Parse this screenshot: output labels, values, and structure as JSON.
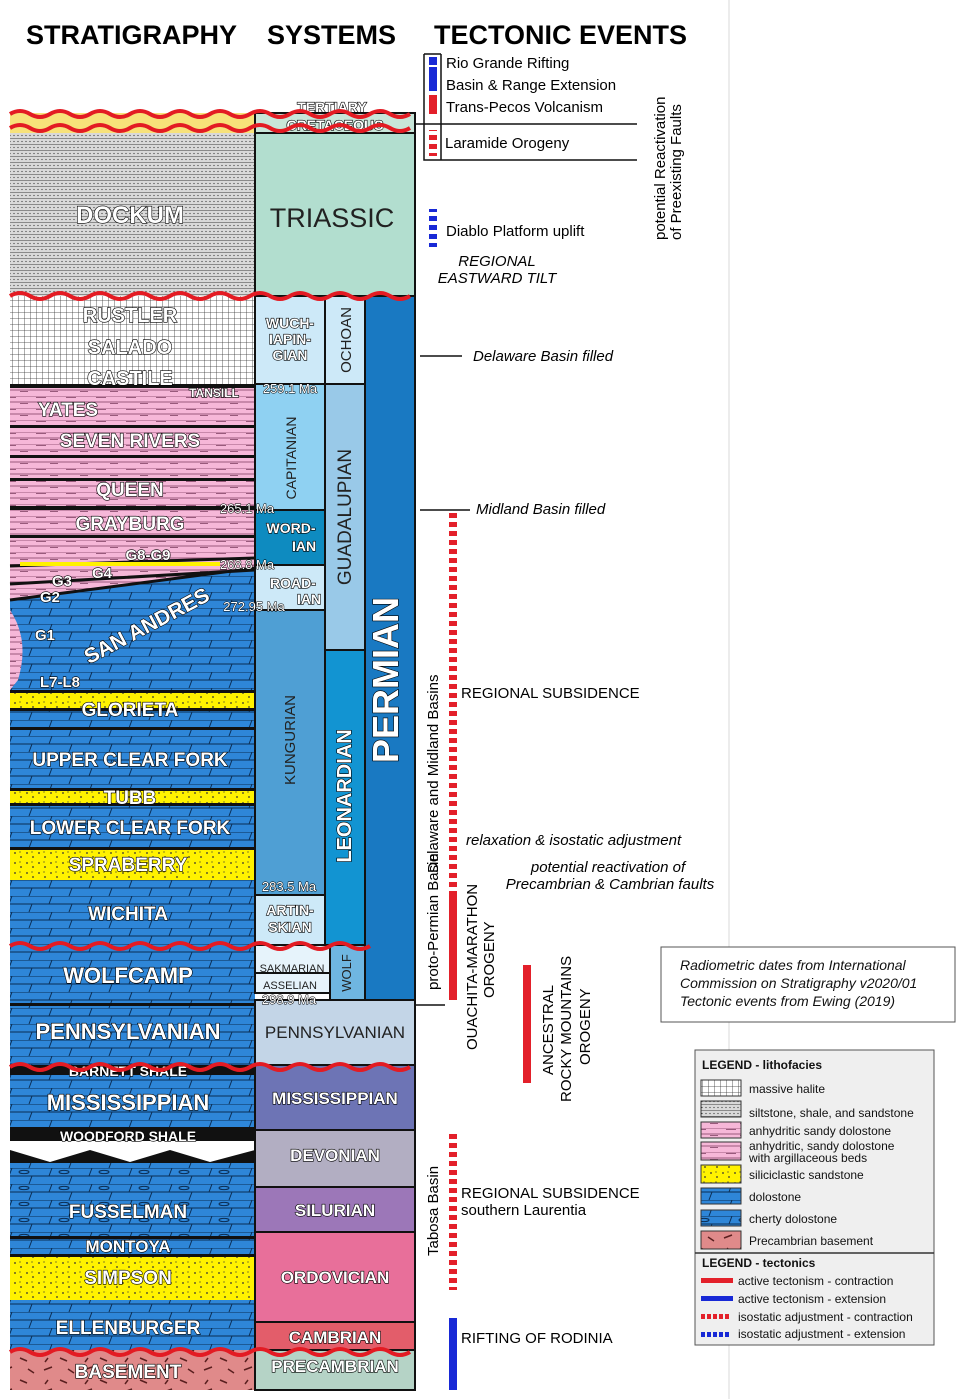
{
  "headers": {
    "stratigraphy": "STRATIGRAPHY",
    "systems": "SYSTEMS",
    "tectonic_events": "TECTONIC EVENTS"
  },
  "stratigraphy": {
    "dockum": "DOCKUM",
    "rustler": "RUSTLER",
    "salado": "SALADO",
    "castile": "CASTILE",
    "tansill": "TANSILL",
    "yates": "YATES",
    "seven_rivers": "SEVEN RIVERS",
    "queen": "QUEEN",
    "grayburg": "GRAYBURG",
    "g8_g9": "G8-G9",
    "g4": "G4",
    "g3": "G3",
    "g2": "G2",
    "g1": "G1",
    "san_andres": "SAN ANDRES",
    "l7_l8": "L7-L8",
    "glorieta": "GLORIETA",
    "upper_clear_fork": "UPPER CLEAR FORK",
    "tubb": "TUBB",
    "lower_clear_fork": "LOWER CLEAR FORK",
    "spraberry": "SPRABERRY",
    "wichita": "WICHITA",
    "wolfcamp": "WOLFCAMP",
    "pennsylvanian": "PENNSYLVANIAN",
    "barnett_shale": "BARNETT SHALE",
    "mississippian": "MISSISSIPPIAN",
    "woodford_shale": "WOODFORD SHALE",
    "fusselman": "FUSSELMAN",
    "montoya": "MONTOYA",
    "simpson": "SIMPSON",
    "ellenburger": "ELLENBURGER",
    "basement": "BASEMENT"
  },
  "systems": {
    "tertiary": "TERTIARY",
    "cretaceous": "CRETACEOUS",
    "triassic": "TRIASSIC",
    "wuchiapingian": [
      "WUCH-",
      "IAPIN-",
      "GIAN"
    ],
    "ochoan": "OCHOAN",
    "capitanian": "CAPITANIAN",
    "guadalupian": "GUADALUPIAN",
    "wordian": [
      "WORD-",
      "IAN"
    ],
    "roadian": [
      "ROAD-",
      "IAN"
    ],
    "kungurian": "KUNGURIAN",
    "leonardian": "LEONARDIAN",
    "permian": "PERMIAN",
    "artinskian": [
      "ARTIN-",
      "SKIAN"
    ],
    "sakmarian": "SAKMARIAN",
    "asselian": "ASSELIAN",
    "wolf": "WOLF",
    "pennsylvanian": "PENNSYLVANIAN",
    "mississippian": "MISSISSIPPIAN",
    "devonian": "DEVONIAN",
    "silurian": "SILURIAN",
    "ordovician": "ORDOVICIAN",
    "cambrian": "CAMBRIAN",
    "precambrian": "PRECAMBRIAN"
  },
  "ages": {
    "a259": "259.1 Ma",
    "a265": "265.1 Ma",
    "a268": "268.8 Ma",
    "a272": "272.95 Ma",
    "a283": "283.5 Ma",
    "a298": "298.9 Ma"
  },
  "events": {
    "rio_grande": "Rio Grande Rifting",
    "basin_range": "Basin & Range Extension",
    "trans_pecos": "Trans-Pecos Volcanism",
    "laramide": "Laramide Orogeny",
    "potential_reactivation_preexisting": [
      "potential Reactivation",
      "of Preexisting Faults"
    ],
    "diablo": "Diablo Platform uplift",
    "regional_tilt": [
      "REGIONAL",
      "EASTWARD TILT"
    ],
    "delaware_filled": "Delaware Basin filled",
    "midland_filled": "Midland Basin filled",
    "regional_subsidence": "REGIONAL SUBSIDENCE",
    "delaware_midland_basins": "Delaware and Midland Basins",
    "relaxation": "relaxation & isostatic adjustment",
    "potential_reactivation_precambrian": [
      "potential reactivation of",
      "Precambrian & Cambrian faults"
    ],
    "proto_permian": "proto-Permian Basin",
    "ouachita": [
      "OUACHITA-MARATHON",
      "OROGENY"
    ],
    "ancestral": [
      "ANCESTRAL",
      "ROCKY MOUNTAINS",
      "OROGENY"
    ],
    "regional_subsidence_2": [
      "REGIONAL SUBSIDENCE",
      "southern Laurentia"
    ],
    "tabosa": "Tabosa Basin",
    "rifting": "RIFTING OF RODINIA"
  },
  "note": [
    "Radiometric dates from International",
    "Commission on Stratigraphy v2020/01",
    "Tectonic events from Ewing (2019)"
  ],
  "legend_lithofacies": {
    "title": "LEGEND - lithofacies",
    "items": [
      "massive halite",
      "siltstone, shale, and sandstone",
      "anhydritic sandy dolostone",
      "anhydritic, sandy dolostone",
      "with argillaceous beds",
      "siliciclastic sandstone",
      "dolostone",
      "cherty dolostone",
      "Precambrian basement"
    ]
  },
  "legend_tectonics": {
    "title": "LEGEND - tectonics",
    "items": [
      "active tectonism - contraction",
      "active tectonism - extension",
      "isostatic adjustment - contraction",
      "isostatic adjustment - extension"
    ]
  },
  "colors": {
    "dolostone": "#2E86D8",
    "sandstone": "#FFF200",
    "anhydrite": "#F6B7D8",
    "halite": "#FFFFFF",
    "siltstone": "#D9D9D9",
    "basement": "#E08A8A",
    "triassic": "#B2DECF",
    "permian": "#1979C2",
    "pennsylvanian": "#C3D5E7",
    "mississippian": "#6D74B5",
    "devonian": "#B2AEC2",
    "silurian": "#9C77B8",
    "ordovician": "#E86F9A",
    "cambrian": "#E35D6A",
    "precambrian": "#B5D3C6",
    "contraction": "#E3202A",
    "extension": "#1829D6",
    "unconformity": "#E31B23"
  }
}
